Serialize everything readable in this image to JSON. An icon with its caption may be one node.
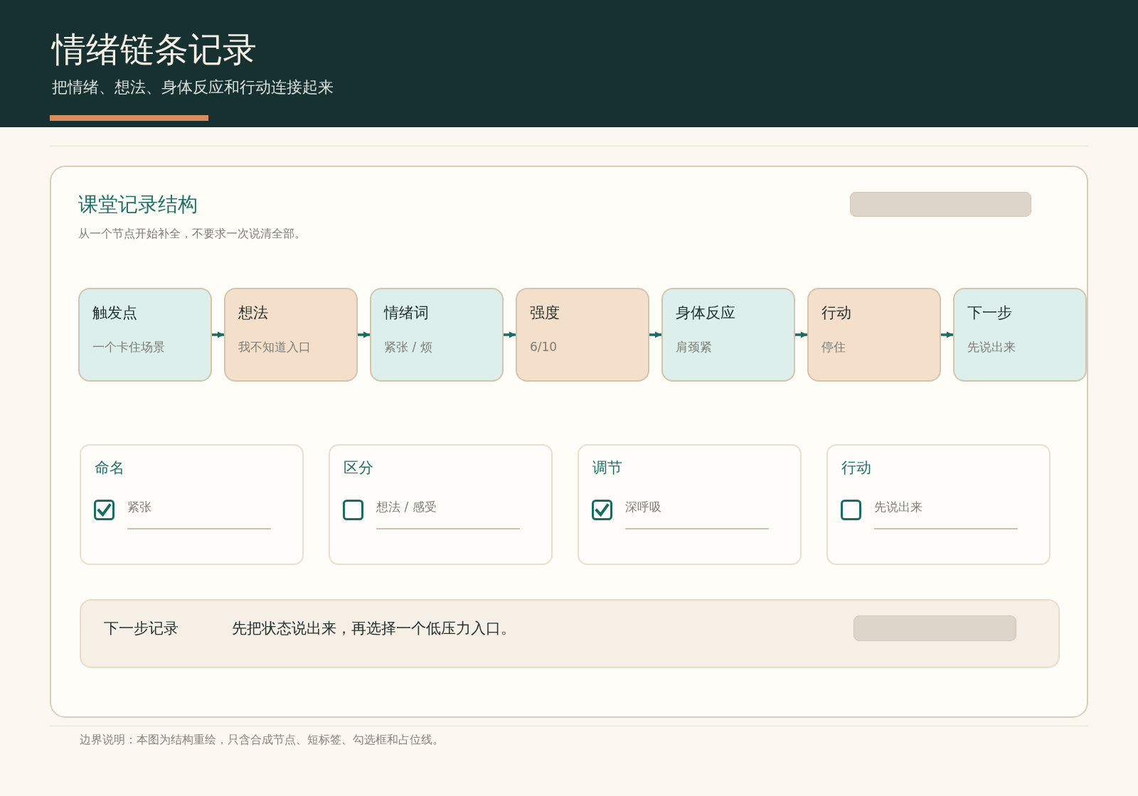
{
  "diagram": {
    "title": "情绪链条记录",
    "caption": "边界说明：本图为结构重绘，只含合成节点、短标签、勾选框和占位线。",
    "nodes": [
      {
        "text": [
          "课堂记录结构",
          "从一个节点开始补全，不要求一次说清全部。"
        ]
      },
      {
        "text": [
          "触发点",
          "一个卡住场景"
        ],
        "in": 0
      },
      {
        "text": [
          "想法",
          "我不知道入口"
        ],
        "in": 0
      },
      {
        "text": [
          "情绪词",
          "紧张 / 烦"
        ],
        "in": 0
      },
      {
        "text": [
          "强度",
          "6/10"
        ],
        "in": 0
      },
      {
        "text": [
          "身体反应",
          "肩颈紧"
        ],
        "in": 0
      },
      {
        "text": [
          "行动",
          "停住"
        ],
        "in": 0
      },
      {
        "text": [
          "下一步",
          "先说出来"
        ],
        "in": 0
      },
      {
        "text": [
          "命名",
          "紧张"
        ],
        "in": 0
      },
      {
        "text": [
          "区分",
          "想法 / 感受"
        ],
        "in": 0
      },
      {
        "text": [
          "调节",
          "深呼吸"
        ],
        "in": 0
      },
      {
        "text": [
          "行动",
          "先说出来"
        ],
        "in": 0
      },
      {
        "text": [
          "下一步记录",
          "先把状态说出来，再选择一个低压力入口。"
        ],
        "in": 0
      }
    ],
    "edges": [
      {
        "from": 1,
        "to": 2,
        "arrow": "to"
      },
      {
        "from": 2,
        "to": 3,
        "arrow": "to"
      },
      {
        "from": 3,
        "to": 4,
        "arrow": "to"
      },
      {
        "from": 4,
        "to": 5,
        "arrow": "to"
      },
      {
        "from": 5,
        "to": 6,
        "arrow": "to"
      },
      {
        "from": 6,
        "to": 7,
        "arrow": "to"
      }
    ],
    "labels": [
      "把情绪、想法、身体反应和行动连接起来"
    ]
  }
}
